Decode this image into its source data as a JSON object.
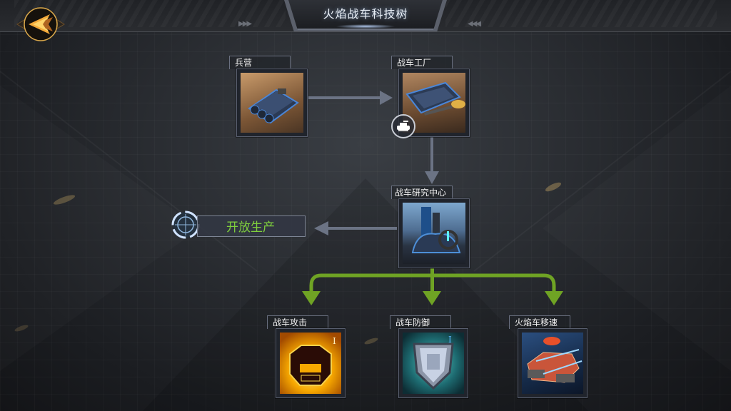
{
  "header": {
    "title": "火焰战车科技树",
    "back_button": "back-arrow-icon"
  },
  "colors": {
    "unlocked_arrow": "#6fa324",
    "locked_arrow": "#6b7384",
    "open_production_text": "#7fcf3d",
    "back_button_accent": "#f0a030"
  },
  "nodes": {
    "barracks": {
      "label": "兵营",
      "image": "barracks-building"
    },
    "tank_factory": {
      "label": "战车工厂",
      "image": "tank-factory-building",
      "badge": "tank-icon"
    },
    "tank_research": {
      "label": "战车研究中心",
      "image": "research-center-building"
    },
    "tank_attack": {
      "label": "战车攻击",
      "image": "flaming-fist-icon",
      "level": "I"
    },
    "tank_defense": {
      "label": "战车防御",
      "image": "shield-icon",
      "level": "I"
    },
    "flame_tank_speed": {
      "label": "火焰车移速",
      "image": "flame-tank-speed-icon"
    }
  },
  "open_production": {
    "label": "开放生产",
    "icon": "crosshair-icon"
  }
}
